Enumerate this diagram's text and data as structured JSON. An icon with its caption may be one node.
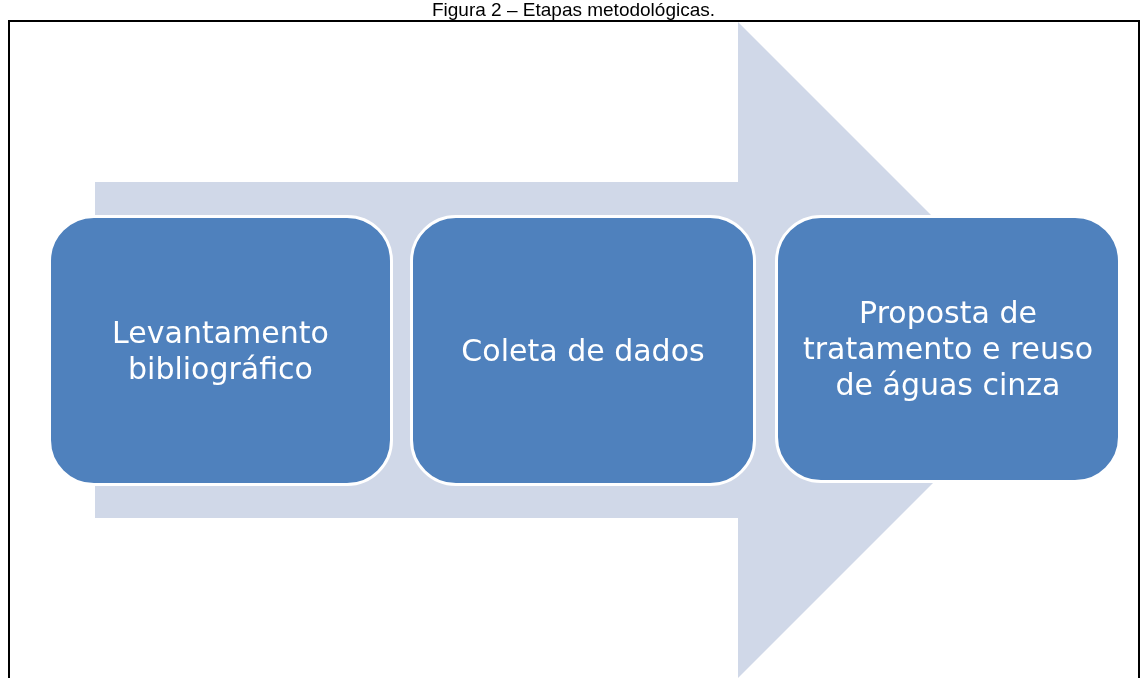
{
  "diagram": {
    "title": "Figura 2 – Etapas metodológicas.",
    "nodes": [
      {
        "text": [
          "Levantamento bibliográfico"
        ]
      },
      {
        "text": [
          "Coleta de dados"
        ]
      },
      {
        "text": [
          "Proposta de tratamento e reuso de águas cinza"
        ]
      }
    ],
    "edges": [
      {
        "from": 0,
        "to": 2,
        "arrow": "to"
      }
    ]
  }
}
